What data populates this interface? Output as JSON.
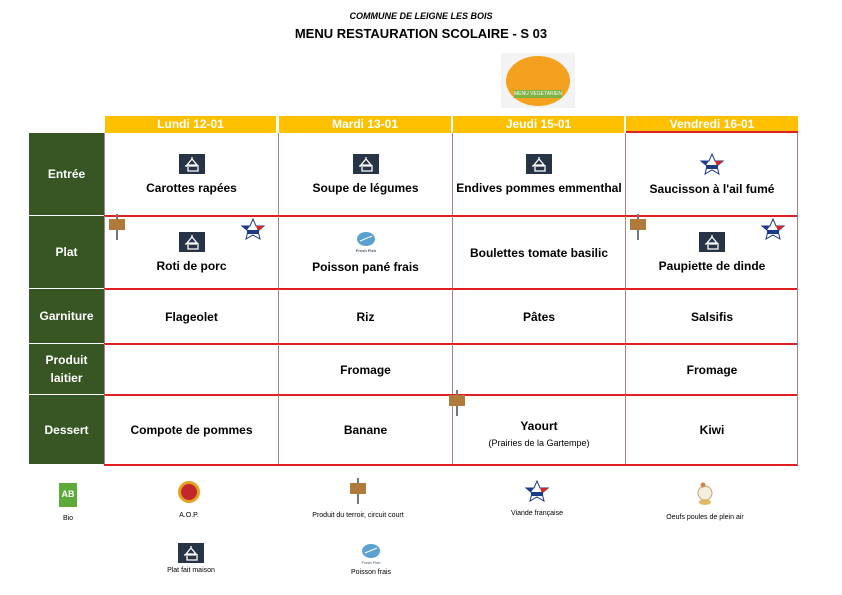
{
  "header": {
    "commune": "COMMUNE DE LEIGNE LES BOIS",
    "title": "MENU RESTAURATION SCOLAIRE -  S 03",
    "veg_badge": "MENU VEGETARIEN"
  },
  "days": [
    "Lundi 12-01",
    "Mardi 13-01",
    "Jeudi 15-01",
    "Vendredi  16-01"
  ],
  "rows": [
    {
      "label": "Entrée",
      "cells": [
        {
          "text": "Carottes rapées",
          "icons": [
            "plat-fait-maison"
          ]
        },
        {
          "text": "Soupe de légumes",
          "icons": [
            "plat-fait-maison"
          ]
        },
        {
          "text": "Endives pommes emmenthal",
          "icons": [
            "plat-fait-maison"
          ]
        },
        {
          "text": "Saucisson à l'ail fumé",
          "icons": [
            "viande-francaise"
          ]
        }
      ]
    },
    {
      "label": "Plat",
      "cells": [
        {
          "text": "Roti de porc",
          "icons": [
            "produit-du-terroir",
            "plat-fait-maison",
            "viande-francaise"
          ]
        },
        {
          "text": "Poisson pané frais",
          "icons": [
            "poisson-frais"
          ]
        },
        {
          "text": "Boulettes tomate basilic",
          "icons": []
        },
        {
          "text": "Paupiette de dinde",
          "icons": [
            "produit-du-terroir",
            "plat-fait-maison",
            "viande-francaise"
          ]
        }
      ]
    },
    {
      "label": "Garniture",
      "cells": [
        {
          "text": "Flageolet"
        },
        {
          "text": "Riz"
        },
        {
          "text": "Pâtes"
        },
        {
          "text": "Salsifis"
        }
      ]
    },
    {
      "label": "Produit laitier",
      "cells": [
        {
          "text": ""
        },
        {
          "text": "Fromage"
        },
        {
          "text": ""
        },
        {
          "text": "Fromage"
        }
      ]
    },
    {
      "label": "Dessert",
      "cells": [
        {
          "text": "Compote de pommes"
        },
        {
          "text": "Banane"
        },
        {
          "text": "Yaourt",
          "sub": "(Prairies de la Gartempe)",
          "icons": [
            "produit-du-terroir"
          ]
        },
        {
          "text": "Kiwi"
        }
      ]
    }
  ],
  "legend": [
    {
      "icon": "bio",
      "label": "Bio"
    },
    {
      "icon": "aop",
      "label": "A.O.P."
    },
    {
      "icon": "produit-du-terroir",
      "label": "Produit du terroir, circuit court"
    },
    {
      "icon": "viande-francaise",
      "label": "Viande française"
    },
    {
      "icon": "oeufs-plein-air",
      "label": "Oeufs  poules de plein air"
    },
    {
      "icon": "plat-fait-maison",
      "label": "Plat fait maison"
    },
    {
      "icon": "poisson-frais",
      "label": "Poisson frais",
      "fish_caption": "Fresh Fish"
    }
  ],
  "colors": {
    "header": "#ffc000",
    "row_label": "#375623",
    "row_divider": "#e02020"
  }
}
